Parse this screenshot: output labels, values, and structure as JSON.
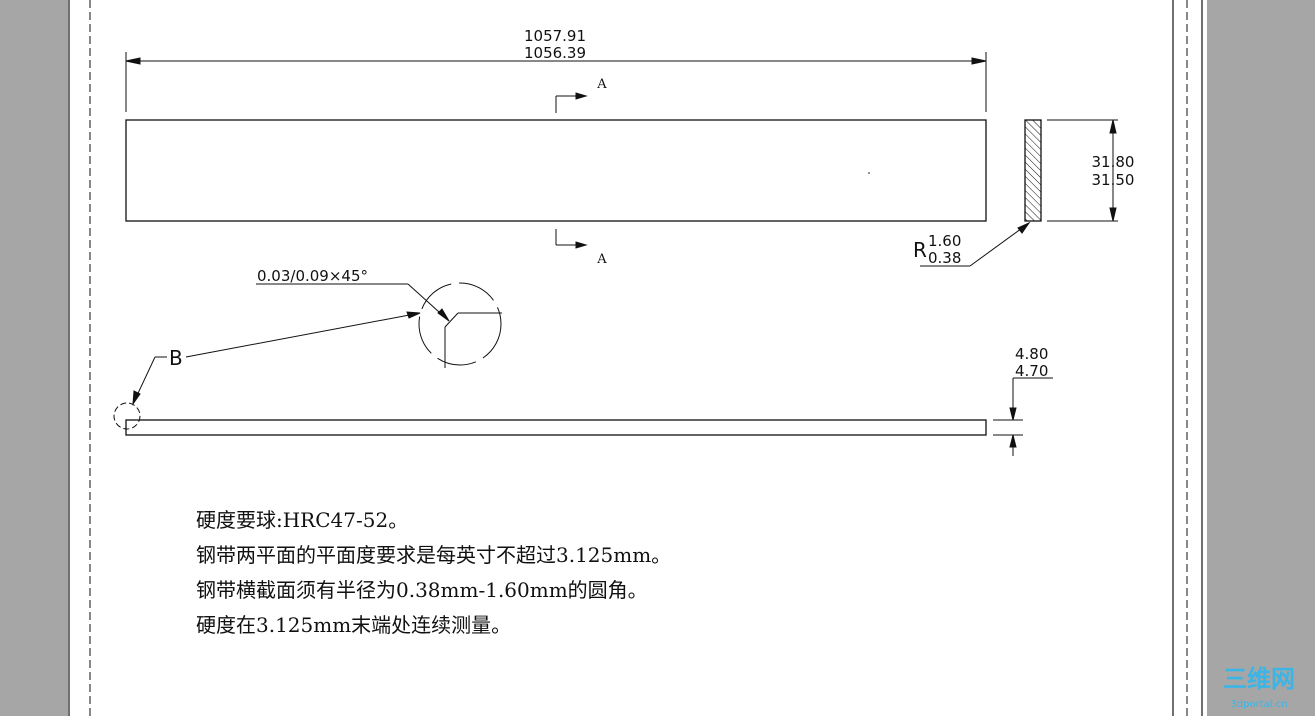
{
  "colors": {
    "side_panel": "#a6a6a6",
    "line": "#111111",
    "watermark": "#3bb5e6"
  },
  "dimensions": {
    "length_max": "1057.91",
    "length_min": "1056.39",
    "width_max": "31.80",
    "width_min": "31.50",
    "thickness_max": "4.80",
    "thickness_min": "4.70",
    "radius_prefix": "R",
    "radius_max": "1.60",
    "radius_min": "0.38"
  },
  "section": {
    "top_label": "A",
    "bottom_label": "A"
  },
  "detail": {
    "callout_label": "B",
    "chamfer_text": "0.03/0.09×45°"
  },
  "notes": [
    "硬度要球:HRC47-52。",
    "钢带两平面的平面度要求是每英寸不超过3.125mm。",
    "钢带横截面须有半径为0.38mm-1.60mm的圆角。",
    "硬度在3.125mm末端处连续测量。"
  ],
  "watermark": {
    "main": "三维网",
    "sub": "3dportal.cn"
  }
}
